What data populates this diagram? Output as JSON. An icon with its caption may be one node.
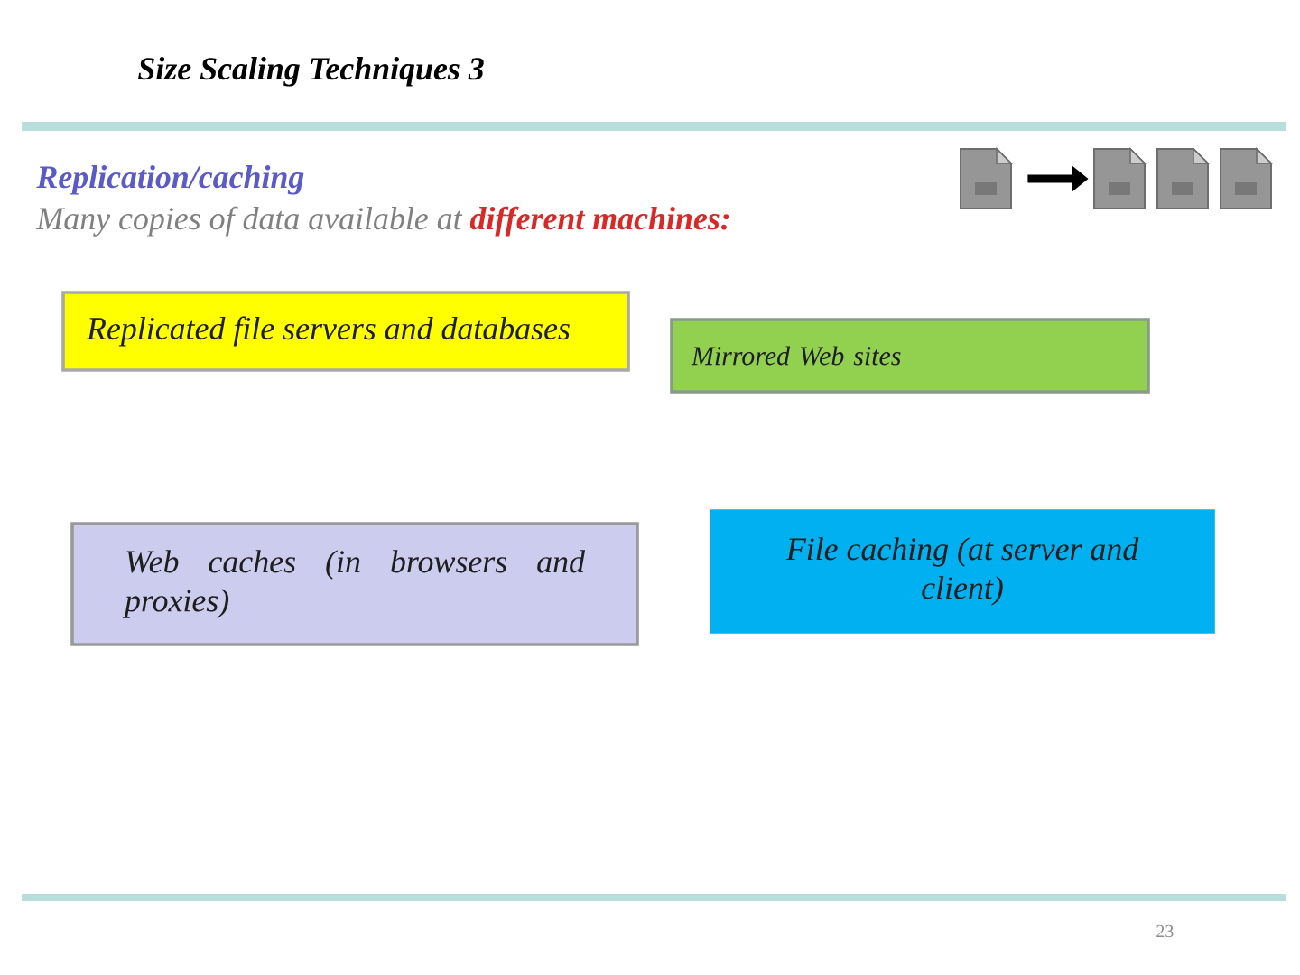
{
  "diagram": {
    "title": "Size Scaling Techniques 3",
    "nodes": [
      {
        "text": [],
        "shape": "picture"
      },
      {
        "text": [],
        "shape": "picture"
      },
      {
        "text": [],
        "shape": "picture"
      },
      {
        "text": [],
        "shape": "picture"
      },
      {
        "text": [
          "Replicated file servers and databases"
        ]
      },
      {
        "text": [
          "Mirrored Web sites"
        ]
      },
      {
        "text": [
          "Web caches (in browsers and proxies)"
        ]
      },
      {
        "text": [
          "File caching (at server and client)"
        ]
      }
    ],
    "edges": [
      {
        "from": 0,
        "to": 1,
        "arrow": "to"
      }
    ],
    "labels": [
      "Replication/caching",
      "Many copies of data available at **different machines:**",
      "23"
    ]
  }
}
